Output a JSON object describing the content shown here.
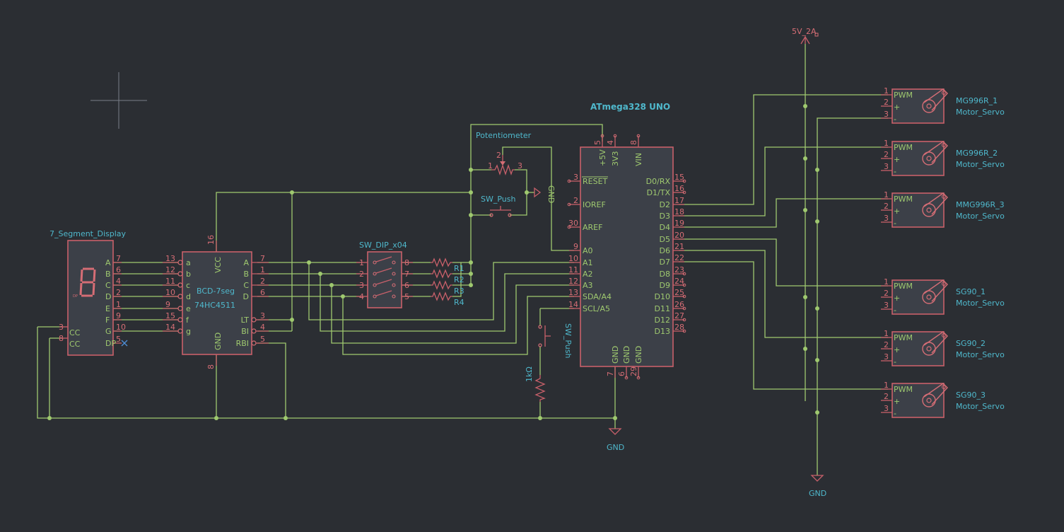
{
  "power": {
    "v5": "5V_2A",
    "gnd_left": "GND",
    "gnd_right": "GND",
    "gnd_pot": "GND"
  },
  "display": {
    "title": "7_Segment_Display",
    "seg_labels": [
      "A",
      "B",
      "C",
      "D",
      "E",
      "F",
      "G",
      "DP"
    ],
    "seg_pins": [
      "7",
      "6",
      "4",
      "2",
      "1",
      "9",
      "10",
      "5"
    ],
    "cc_labels": [
      "CC",
      "CC"
    ],
    "cc_pins": [
      "3",
      "8"
    ]
  },
  "decoder": {
    "name": "BCD-7seg",
    "part": "74HC4511",
    "vcc": "VCC",
    "vcc_pin": "16",
    "gnd": "GND",
    "gnd_pin": "8",
    "left_labels": [
      "a",
      "b",
      "c",
      "d",
      "e",
      "f",
      "g"
    ],
    "left_pins": [
      "13",
      "12",
      "11",
      "10",
      "9",
      "15",
      "14"
    ],
    "right_labels": [
      "A",
      "B",
      "C",
      "D",
      "LT",
      "BI",
      "RBI"
    ],
    "right_pins": [
      "7",
      "1",
      "2",
      "6",
      "3",
      "4",
      "5"
    ]
  },
  "dip": {
    "title": "SW_DIP_x04",
    "left_pins": [
      "1",
      "2",
      "3",
      "4"
    ],
    "right_pins": [
      "8",
      "7",
      "6",
      "5"
    ],
    "resistors": [
      "R1",
      "R2",
      "R3",
      "R4"
    ]
  },
  "pot": {
    "title": "Potentiometer",
    "pins": [
      "1",
      "2",
      "3"
    ]
  },
  "sw_push1": {
    "label": "SW_Push"
  },
  "sw_push2": {
    "label": "SW_Push"
  },
  "res_1k": {
    "label": "1kΩ"
  },
  "mcu": {
    "title": "ATmega328 UNO",
    "top": [
      {
        "label": "+5V",
        "pin": "5"
      },
      {
        "label": "3V3",
        "pin": "4"
      },
      {
        "label": "VIN",
        "pin": "8"
      }
    ],
    "left": [
      {
        "label": "RESET",
        "pin": "3"
      },
      {
        "label": "IOREF",
        "pin": "2"
      },
      {
        "label": "AREF",
        "pin": "30"
      },
      {
        "label": "A0",
        "pin": "9"
      },
      {
        "label": "A1",
        "pin": "10"
      },
      {
        "label": "A2",
        "pin": "11"
      },
      {
        "label": "A3",
        "pin": "12"
      },
      {
        "label": "SDA/A4",
        "pin": "13"
      },
      {
        "label": "SCL/A5",
        "pin": "14"
      }
    ],
    "right": [
      {
        "label": "D0/RX",
        "pin": "15"
      },
      {
        "label": "D1/TX",
        "pin": "16"
      },
      {
        "label": "D2",
        "pin": "17"
      },
      {
        "label": "D3",
        "pin": "18"
      },
      {
        "label": "D4",
        "pin": "19"
      },
      {
        "label": "D5",
        "pin": "20"
      },
      {
        "label": "D6",
        "pin": "21"
      },
      {
        "label": "D7",
        "pin": "22"
      },
      {
        "label": "D8",
        "pin": "23"
      },
      {
        "label": "D9",
        "pin": "24"
      },
      {
        "label": "D10",
        "pin": "25"
      },
      {
        "label": "D11",
        "pin": "26"
      },
      {
        "label": "D12",
        "pin": "27"
      },
      {
        "label": "D13",
        "pin": "28"
      }
    ],
    "bottom": [
      {
        "label": "GND",
        "pin": "7"
      },
      {
        "label": "GND",
        "pin": "6"
      },
      {
        "label": "GND",
        "pin": "29"
      }
    ]
  },
  "servos": [
    {
      "ref": "MG996R_1",
      "value": "Motor_Servo"
    },
    {
      "ref": "MG996R_2",
      "value": "Motor_Servo"
    },
    {
      "ref": "MMG996R_3",
      "value": "Motor_Servo"
    },
    {
      "ref": "SG90_1",
      "value": "Motor_Servo"
    },
    {
      "ref": "SG90_2",
      "value": "Motor_Servo"
    },
    {
      "ref": "SG90_3",
      "value": "Motor_Servo"
    }
  ],
  "servo_pins": {
    "pwm": "PWM",
    "plus": "+",
    "minus": "-",
    "pins": [
      "1",
      "2",
      "3"
    ]
  }
}
